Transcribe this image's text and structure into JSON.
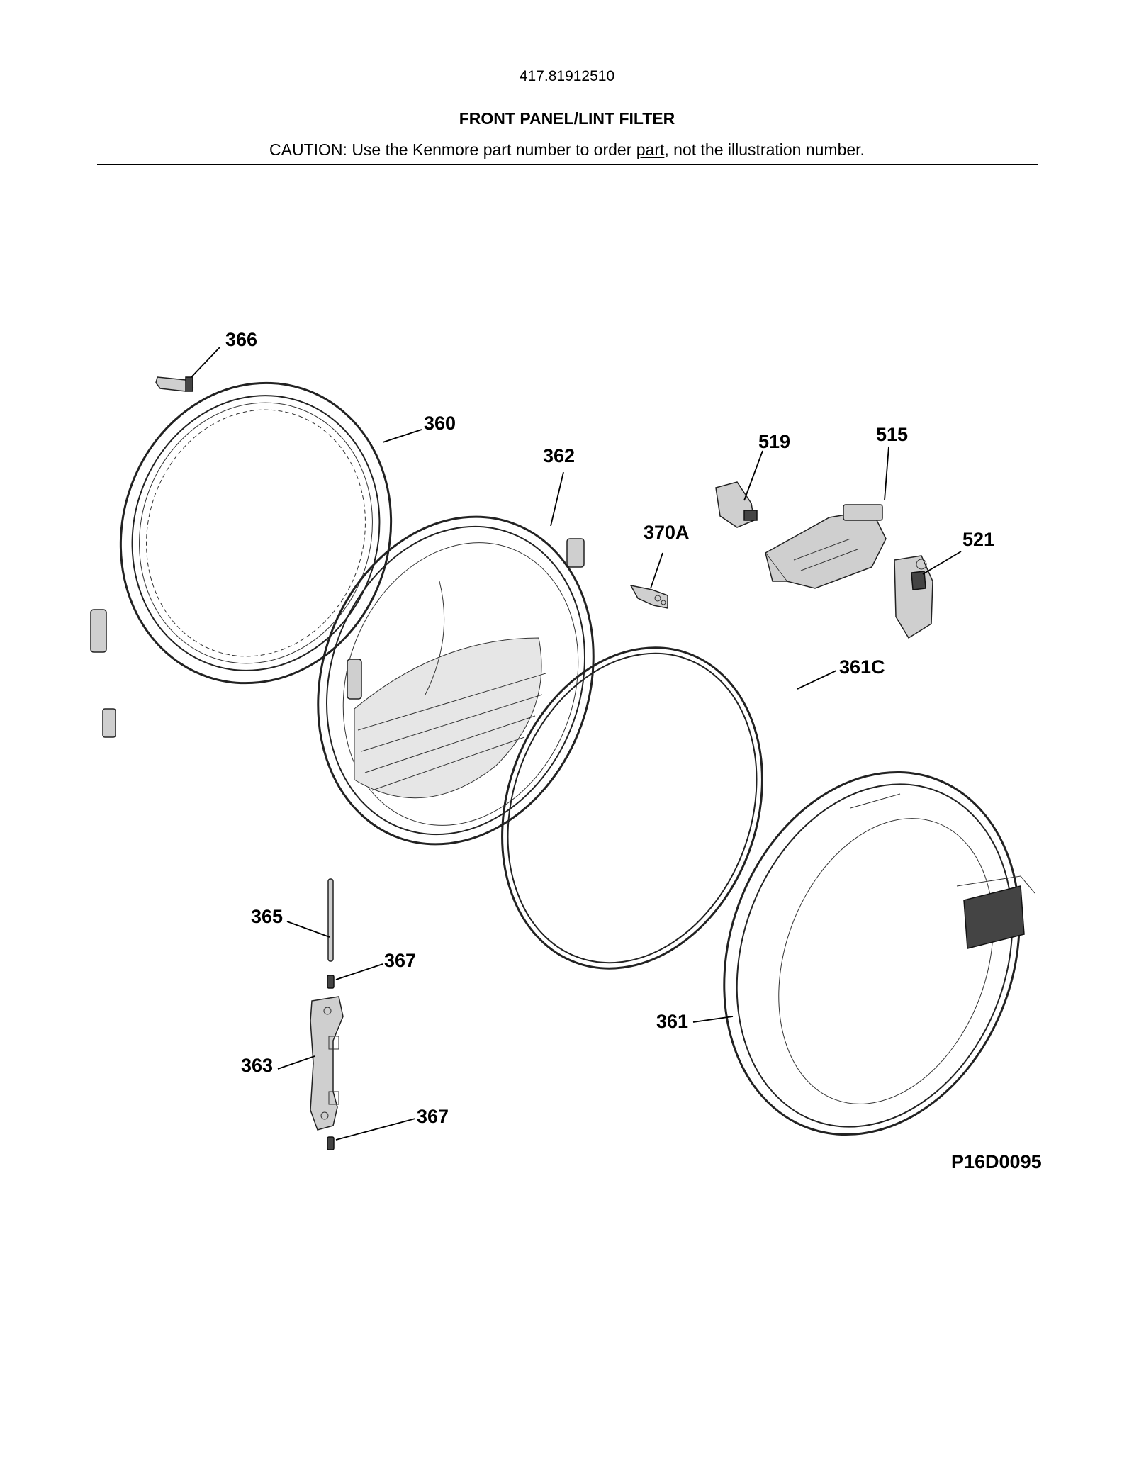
{
  "header": {
    "model_number": "417.81912510",
    "title": "FRONT PANEL/LINT FILTER",
    "caution_prefix": "CAUTION: Use the Kenmore part number to order ",
    "caution_underlined": "part",
    "caution_suffix": ", not the illustration number."
  },
  "callouts": {
    "c366": "366",
    "c360": "360",
    "c362": "362",
    "c519": "519",
    "c515": "515",
    "c370A": "370A",
    "c521": "521",
    "c361C": "361C",
    "c365": "365",
    "c367a": "367",
    "c363": "363",
    "c361": "361",
    "c367b": "367"
  },
  "diagram_id": "P16D0095"
}
